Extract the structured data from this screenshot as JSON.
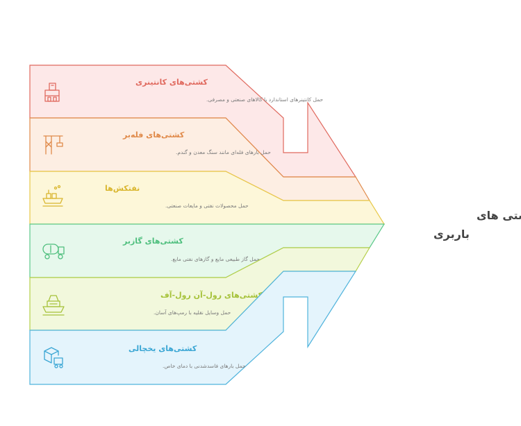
{
  "title": {
    "line1": "انواع کشتی های",
    "line2": "باربری"
  },
  "bands": [
    {
      "title": "کشتی‌های کانتینری",
      "description": "حمل کانتینرهای استاندارد با کالاهای صنعتی و مصرفی.",
      "icon": "container-building-icon",
      "fill": "#fde8e8",
      "stroke": "#e0695e",
      "title_color": "#e0695e"
    },
    {
      "title": "کشتی‌های فله‌بر",
      "description": "حمل بارهای فله‌ای مانند سنگ معدن و گندم.",
      "icon": "crane-icon",
      "fill": "#fdeee3",
      "stroke": "#e08a4a",
      "title_color": "#e08a4a"
    },
    {
      "title": "نفتکش‌ها",
      "description": "حمل محصولات نفتی و مایعات صنعتی.",
      "icon": "tanker-ship-icon",
      "fill": "#fdf7d9",
      "stroke": "#e8c94a",
      "title_color": "#d9b62e"
    },
    {
      "title": "کشتی‌های گازبر",
      "description": "حمل گاز طبیعی مایع و گازهای نفتی مایع.",
      "icon": "gas-tanker-truck-icon",
      "fill": "#e6f8ec",
      "stroke": "#5cc98a",
      "title_color": "#4fbf7e"
    },
    {
      "title": "کشتی‌های رول-آن رول-آف",
      "description": "حمل وسایل نقلیه با رمپ‌های آسان.",
      "icon": "roro-ship-icon",
      "fill": "#f2f8dc",
      "stroke": "#b5cf4a",
      "title_color": "#a6c23a"
    },
    {
      "title": "کشتی‌های یخچالی",
      "description": "حمل بارهای فاسدشدنی با دمای خاص.",
      "icon": "refrigerated-cargo-icon",
      "fill": "#e4f4fc",
      "stroke": "#4fb3dc",
      "title_color": "#3aa6d4"
    }
  ]
}
